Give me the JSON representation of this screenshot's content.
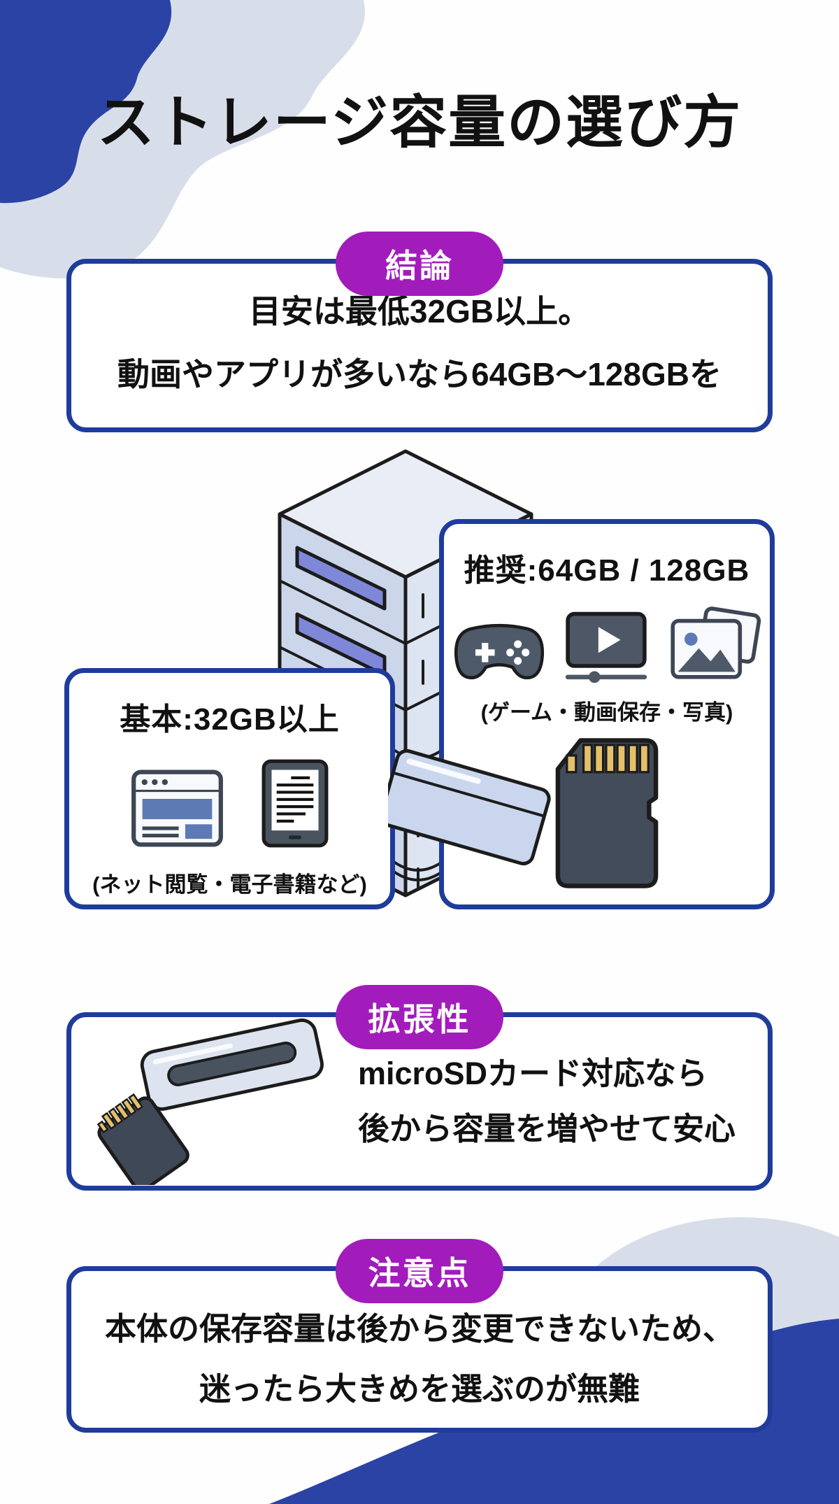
{
  "page": {
    "title": "ストレージ容量の選び方"
  },
  "sections": {
    "conclusion": {
      "badge": "結論",
      "line1": "目安は最低32GB以上。",
      "line2": "動画やアプリが多いなら64GB〜128GBを"
    },
    "basic": {
      "title": "基本:32GB以上",
      "caption": "(ネット閲覧・電子書籍など)",
      "icons": [
        "web-browser",
        "e-reader"
      ]
    },
    "recommended": {
      "title": "推奨:64GB / 128GB",
      "caption": "(ゲーム・動画保存・写真)",
      "icons": [
        "game-controller",
        "video-player",
        "photo-gallery",
        "sd-card"
      ]
    },
    "expandability": {
      "badge": "拡張性",
      "line1": "microSDカード対応なら",
      "line2": "後から容量を増やせて安心",
      "icons": [
        "micro-sd-card",
        "card-slot"
      ]
    },
    "caution": {
      "badge": "注意点",
      "line1": "本体の保存容量は後から変更できないため、",
      "line2": "迷ったら大きめを選ぶのが無難"
    }
  },
  "illustrations": {
    "center": "storage-drive-tower",
    "tray": "drive-tray"
  },
  "colors": {
    "accent_purple": "#a21cbb",
    "navy_border": "#1f3c9c",
    "blob_navy": "#2a43a4",
    "blob_light": "#d8dee9",
    "text": "#111111",
    "icon_slate": "#4e5a6a",
    "sd_gold": "#e5c06a",
    "led_green": "#6cc96c"
  }
}
